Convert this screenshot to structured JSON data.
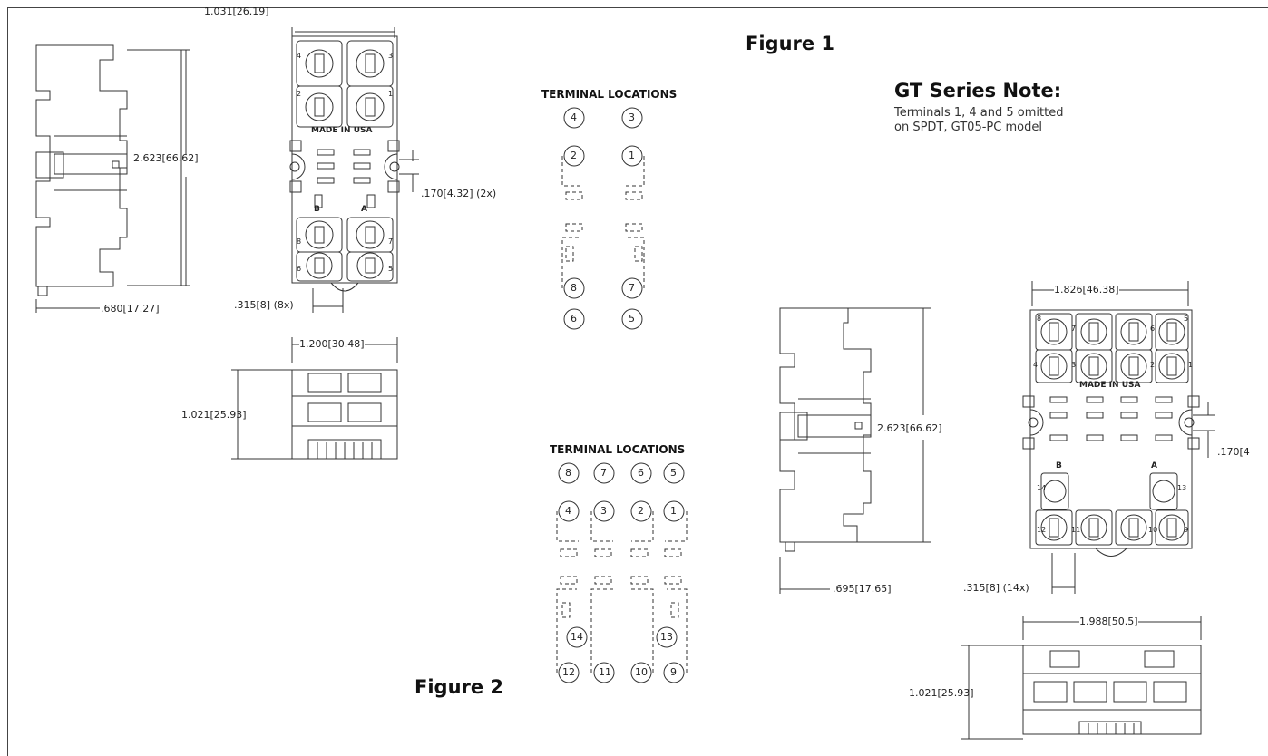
{
  "figure1": {
    "title": "Figure 1",
    "terminal_title": "TERMINAL LOCATIONS",
    "terminals": [
      "4",
      "3",
      "2",
      "1",
      "8",
      "7",
      "6",
      "5"
    ],
    "top_view": {
      "made_in": "MADE IN USA",
      "side_a": "A",
      "side_b": "B",
      "corner_labels": [
        "4",
        "3",
        "2",
        "1",
        "8",
        "7",
        "6",
        "5"
      ]
    },
    "dims": {
      "width_top": "1.031[26.19]",
      "height": "2.623[66.62]",
      "slot": ".170[4.32] (2x)",
      "depth": ".680[17.27]",
      "pin_spacing": ".315[8] (8x)",
      "bottom_width": "1.200[30.48]",
      "bottom_height": "1.021[25.93]"
    }
  },
  "figure2": {
    "title": "Figure 2",
    "terminal_title": "TERMINAL LOCATIONS",
    "terminals": [
      "8",
      "7",
      "6",
      "5",
      "4",
      "3",
      "2",
      "1",
      "14",
      "13",
      "12",
      "11",
      "10",
      "9"
    ],
    "top_view": {
      "made_in": "MADE IN USA",
      "side_a": "A",
      "side_b": "B",
      "corner_labels": [
        "8",
        "7",
        "6",
        "5",
        "4",
        "3",
        "2",
        "1",
        "13",
        "14",
        "12",
        "11",
        "10",
        "9"
      ]
    },
    "dims": {
      "width_top": "1.826[46.38]",
      "height": "2.623[66.62]",
      "slot": ".170[4",
      "depth": ".695[17.65]",
      "pin_spacing": ".315[8] (14x)",
      "bottom_width": "1.988[50.5]",
      "bottom_height": "1.021[25.93]"
    }
  },
  "note": {
    "title": "GT Series Note:",
    "line1": "Terminals 1, 4 and 5 omitted",
    "line2": "on SPDT, GT05-PC model"
  }
}
